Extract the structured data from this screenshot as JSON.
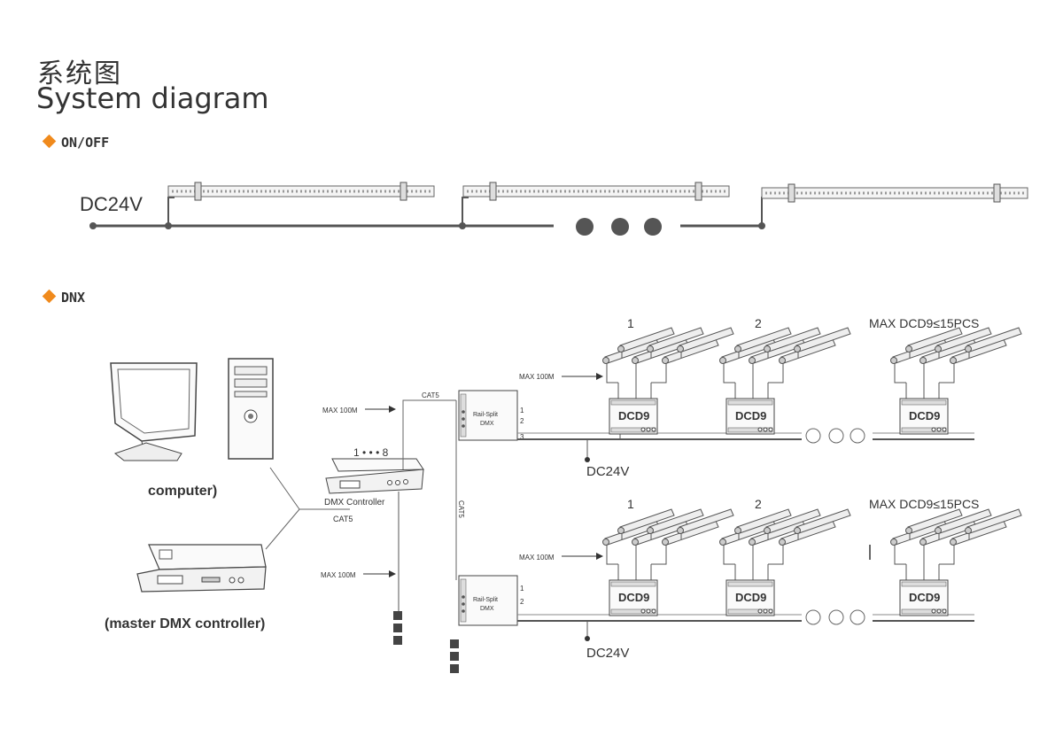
{
  "title_cn": "系统图",
  "title_en": "System diagram",
  "section_onoff": "ON/OFF",
  "section_dmx": "DNX",
  "onoff": {
    "power_label": "DC24V"
  },
  "dmx": {
    "max_100m": "MAX 100M",
    "cat5": "CAT5",
    "computer_label": "computer)",
    "master_label": "(master DMX controller)",
    "dmx_controller_label": "DMX Controller",
    "controller_ports": "1 • • • 8",
    "splitter_line1": "Rail-Split",
    "splitter_line2": "DMX",
    "port1": "1",
    "port2": "2",
    "port3": "3",
    "dcd9": "DCD9",
    "group1": "1",
    "group2": "2",
    "max_dcd9": "MAX DCD9≤15PCS",
    "power_label": "DC24V"
  },
  "colors": {
    "accent": "#f08a1c",
    "line": "#555555",
    "dot": "#555555"
  }
}
